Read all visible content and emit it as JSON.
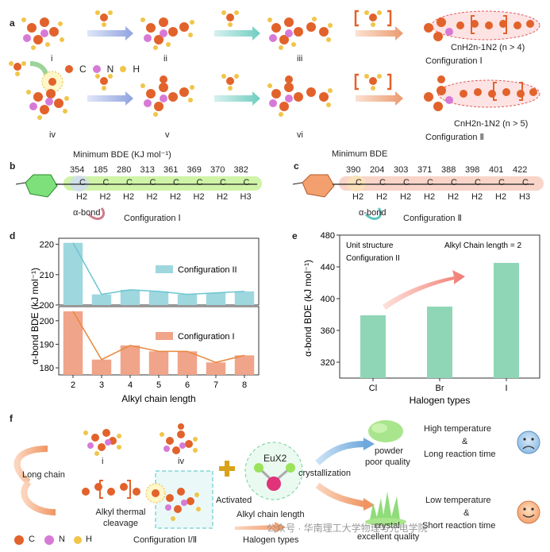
{
  "panel_labels": {
    "a": "a",
    "b": "b",
    "c": "c",
    "d": "d",
    "e": "e",
    "f": "f"
  },
  "panel_a": {
    "row1_labels": [
      "i",
      "ii",
      "iii"
    ],
    "row2_labels": [
      "iv",
      "v",
      "vi"
    ],
    "legend": {
      "c": "C",
      "n": "N",
      "h": "H"
    },
    "config1": {
      "formula": "CnH2n-1N2 (n > 4)",
      "name": "Configuration Ⅰ"
    },
    "config2": {
      "formula": "CnH2n-1N2 (n > 5)",
      "name": "Configuration Ⅱ"
    }
  },
  "panel_b": {
    "title": "Minimum BDE (KJ mol⁻¹)",
    "values": [
      "354",
      "185",
      "280",
      "313",
      "361",
      "369",
      "370",
      "382"
    ],
    "chain": [
      "H2",
      "H2",
      "H2",
      "H2",
      "H2",
      "H2",
      "H2",
      "H3"
    ],
    "alpha": "α-bond",
    "config": "Configuration Ⅰ"
  },
  "panel_c": {
    "title": "Minimum BDE",
    "values": [
      "390",
      "204",
      "303",
      "371",
      "388",
      "398",
      "401",
      "422"
    ],
    "chain": [
      "H2",
      "H2",
      "H2",
      "H2",
      "H2",
      "H2",
      "H2",
      "H3"
    ],
    "alpha": "α-bond",
    "config": "Configuration Ⅱ"
  },
  "chart_data": [
    {
      "type": "bar",
      "panel": "d-top",
      "categories": [
        "2",
        "3",
        "4",
        "5",
        "6",
        "7",
        "8"
      ],
      "series": [
        {
          "name": "Configuration II",
          "values": [
            220.5,
            203.5,
            205,
            204.5,
            203.5,
            204,
            204.5
          ]
        }
      ],
      "ylim": [
        200,
        222
      ],
      "yticks": [
        "200",
        "210",
        "220"
      ],
      "color": "#9fd7df"
    },
    {
      "type": "bar",
      "panel": "d-bottom",
      "categories": [
        "2",
        "3",
        "4",
        "5",
        "6",
        "7",
        "8"
      ],
      "series": [
        {
          "name": "Configuration I",
          "values": [
            204,
            183.5,
            189.5,
            187,
            187,
            182.3,
            185.3
          ]
        }
      ],
      "ylim": [
        177,
        206
      ],
      "yticks": [
        "180",
        "190",
        "200"
      ],
      "xlabel": "Alkyl chain length",
      "ylabel": "α-bond BDE (kJ mol⁻¹)",
      "color": "#f0a48a"
    },
    {
      "type": "bar",
      "panel": "e",
      "categories": [
        "Cl",
        "Br",
        "I"
      ],
      "values": [
        379,
        390,
        445
      ],
      "ylim": [
        300,
        480
      ],
      "yticks": [
        "320",
        "360",
        "400",
        "440",
        "480"
      ],
      "xlabel": "Halogen types",
      "ylabel": "α-bond BDE (kJ mol⁻¹)",
      "annotations": [
        "Unit structure",
        "Configuration II",
        "Alkyl Chain length = 2"
      ],
      "color": "#8fd6b7"
    }
  ],
  "panel_f": {
    "mol_labels": [
      "i",
      "iv"
    ],
    "long_chain": "Long chain",
    "cleavage": "Alkyl thermal cleavage",
    "activated": "Activated",
    "eux": "EuX2",
    "crystallization": "crystallization",
    "powder": "powder",
    "poor": "poor quality",
    "crystal": "crystal",
    "excellent": "excellent quality",
    "high_temp": "High temperature",
    "amp1": "&",
    "long_time": "Long reaction time",
    "low_temp": "Low temperature",
    "amp2": "&",
    "short_time": "Short reaction time",
    "alkyl_len": "Alkyl chain length",
    "halogen": "Halogen types",
    "legend": {
      "c": "C",
      "n": "N",
      "h": "H"
    },
    "config": "Configuration Ⅰ/Ⅱ",
    "watermark": "公众号 · 华南理工大学物理与光电学院"
  }
}
